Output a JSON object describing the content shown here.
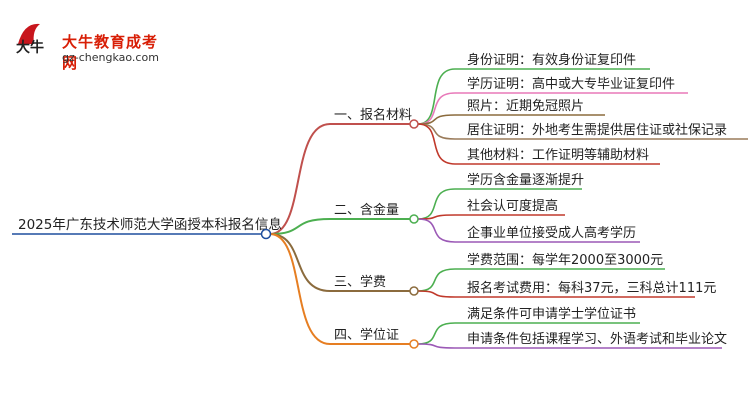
{
  "logo": {
    "name": "大牛教育成考网",
    "url": "gz-chengkao.com",
    "mark_text": "大牛"
  },
  "mindmap": {
    "root": "2025年广东技术师范大学函授本科报名信息",
    "branches": [
      {
        "label": "一、报名材料",
        "color": "#c0504d",
        "children": [
          {
            "label": "身份证明：有效身份证复印件",
            "color": "#4caf50"
          },
          {
            "label": "学历证明：高中或大专毕业证复印件",
            "color": "#e879b9"
          },
          {
            "label": "照片：近期免冠照片",
            "color": "#8b6b3d"
          },
          {
            "label": "居住证明：外地考生需提供居住证或社保记录",
            "color": "#9a7b5a"
          },
          {
            "label": "其他材料：工作证明等辅助材料",
            "color": "#c0392b"
          }
        ]
      },
      {
        "label": "二、含金量",
        "color": "#4caf50",
        "children": [
          {
            "label": "学历含金量逐渐提升",
            "color": "#4caf50"
          },
          {
            "label": "社会认可度提高",
            "color": "#c0392b"
          },
          {
            "label": "企事业单位接受成人高考学历",
            "color": "#9b59b6"
          }
        ]
      },
      {
        "label": "三、学费",
        "color": "#8b6b3d",
        "children": [
          {
            "label": "学费范围：每学年2000至3000元",
            "color": "#4caf50"
          },
          {
            "label": "报名考试费用：每科37元，三科总计111元",
            "color": "#c0392b"
          }
        ]
      },
      {
        "label": "四、学位证",
        "color": "#e67e22",
        "children": [
          {
            "label": "满足条件可申请学士学位证书",
            "color": "#4caf50"
          },
          {
            "label": "申请条件包括课程学习、外语考试和毕业论文",
            "color": "#9b59b6"
          }
        ]
      }
    ],
    "root_color": "#1f4e9e"
  }
}
